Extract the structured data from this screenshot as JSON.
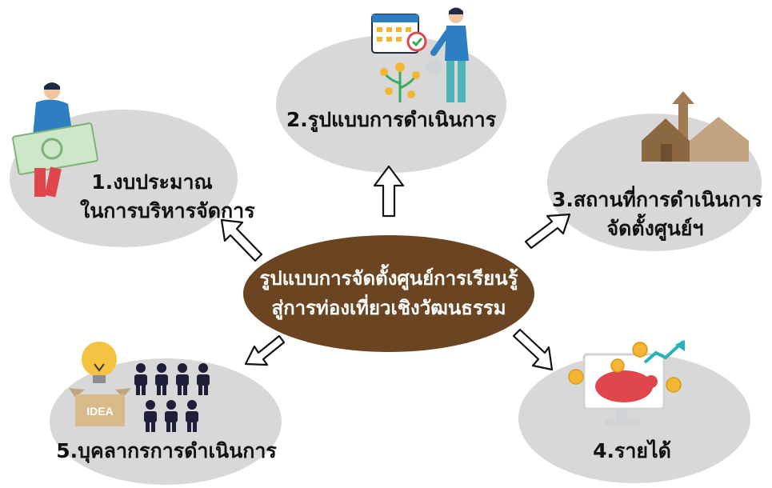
{
  "center": {
    "line1": "รูปแบบการจัดตั้งศูนย์การเรียนรู้",
    "line2": "สู่การท่องเที่ยวเชิงวัฒนธรรม"
  },
  "nodes": {
    "budget": {
      "line1": "1.งบประมาณ",
      "line2": "ในการบริหารจัดการ"
    },
    "operation_model": {
      "line1": "2.รูปแบบการดำเนินการ"
    },
    "location": {
      "line1": "3.สถานที่การดำเนินการ",
      "line2": "จัดตั้งศูนย์ฯ"
    },
    "income": {
      "line1": "4.รายได้"
    },
    "personnel": {
      "line1": "5.บุคลากรการดำเนินการ",
      "idea_text": "IDEA"
    }
  },
  "colors": {
    "ellipse": "#d9d8d8",
    "center": "#6b4521",
    "house": "#a07a52",
    "piggy": "#e0474c",
    "bulb": "#f5c242",
    "people": "#1f1f3a",
    "coin": "#f2b632"
  },
  "icons": [
    "person-money-icon",
    "calendar-icon",
    "person-watering-icon",
    "money-plant-icon",
    "house-arrow-icon",
    "monitor-piggy-icon",
    "lightbulb-box-icon",
    "people-group-icon"
  ]
}
